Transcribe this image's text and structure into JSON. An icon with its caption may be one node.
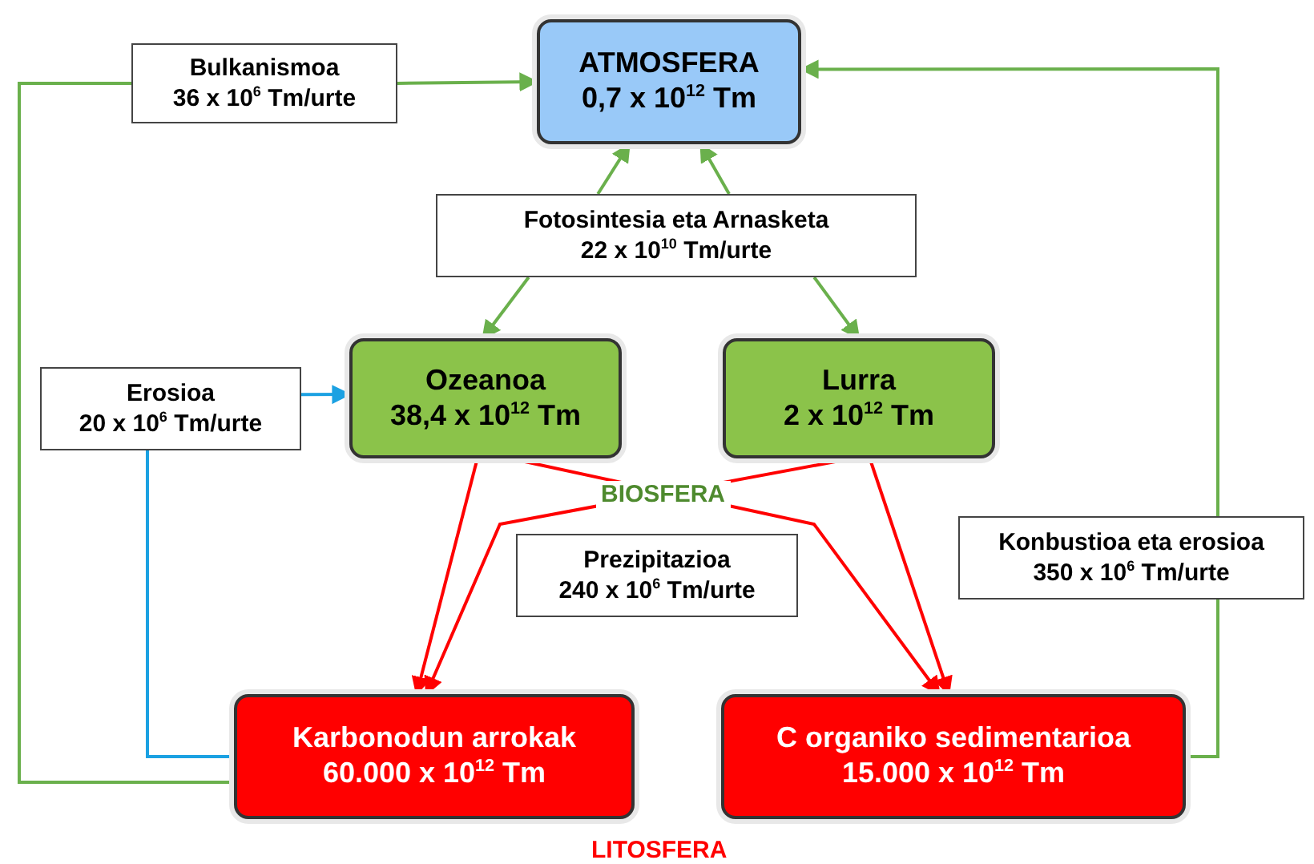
{
  "diagram": {
    "nodes": [
      {
        "text": [
          "Bulkanismoa",
          "36 x 10$^{6}$ Tm/urte"
        ]
      },
      {
        "text": [
          "ATMOSFERA",
          "0,7 x 10$^{12}$ Tm"
        ]
      },
      {
        "text": [
          "Fotosintesia eta Arnasketa",
          "22 x 10$^{10}$ Tm/urte"
        ]
      },
      {
        "text": [
          "Erosioa",
          "20 x 10$^{6}$ Tm/urte"
        ]
      },
      {
        "text": [
          "Ozeanoa",
          "38,4 x 10$^{12}$ Tm"
        ]
      },
      {
        "text": [
          "Lurra",
          "2 x 10$^{12}$ Tm"
        ]
      },
      {
        "text": [
          "Prezipitazioa",
          "240 x 10$^{6}$ Tm/urte"
        ]
      },
      {
        "text": [
          "Konbustioa eta erosioa",
          "350 x 10$^{6}$ Tm/urte"
        ]
      },
      {
        "text": [
          "Karbonodun arrokak",
          "60.000 x 10$^{12}$ Tm"
        ]
      },
      {
        "text": [
          "C organiko sedimentarioa",
          "15.000 x 10$^{12}$ Tm"
        ]
      }
    ],
    "edges": [
      {
        "from": 8,
        "to": 0,
        "arrow": "none"
      },
      {
        "from": 0,
        "to": 1,
        "arrow": "to"
      },
      {
        "from": 2,
        "to": 1,
        "arrow": "to"
      },
      {
        "from": 2,
        "to": 1,
        "arrow": "to"
      },
      {
        "from": 2,
        "to": 4,
        "arrow": "to"
      },
      {
        "from": 2,
        "to": 5,
        "arrow": "to"
      },
      {
        "from": 8,
        "to": 3,
        "arrow": "none",
        "color": "#1ba1e2"
      },
      {
        "from": 3,
        "to": 4,
        "arrow": "to",
        "color": "#1ba1e2"
      },
      {
        "from": 4,
        "to": 8,
        "arrow": "to",
        "color": "#ff0000"
      },
      {
        "from": 4,
        "to": 9,
        "arrow": "to",
        "color": "#ff0000"
      },
      {
        "from": 5,
        "to": 8,
        "arrow": "to",
        "color": "#ff0000"
      },
      {
        "from": 5,
        "to": 9,
        "arrow": "to",
        "color": "#ff0000"
      },
      {
        "from": 9,
        "to": 7,
        "arrow": "none"
      },
      {
        "from": 7,
        "to": 1,
        "arrow": "to"
      }
    ],
    "labels": [
      "BIOSFERA",
      "LITOSFERA"
    ]
  }
}
